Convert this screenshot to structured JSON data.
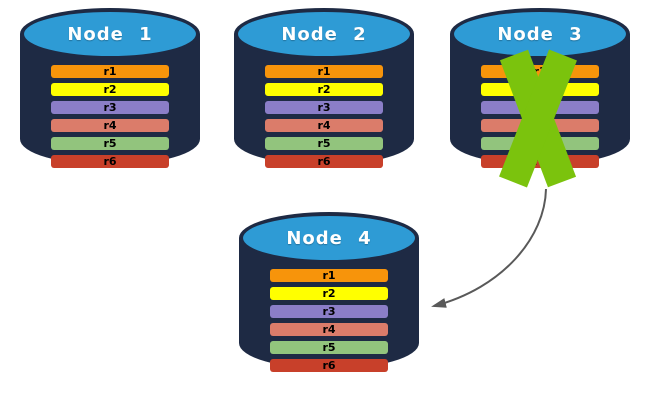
{
  "palette": {
    "background": "#FFFFFF",
    "cylinder_body": "#1E2A44",
    "cylinder_top": "#2E9BD5",
    "title_text": "#FFFFFF",
    "row_text": "#000000",
    "failure_x": "#7BC30D",
    "arrow": "#595959"
  },
  "nodes": [
    {
      "label": "Node 1",
      "status": "active"
    },
    {
      "label": "Node 2",
      "status": "active"
    },
    {
      "label": "Node 3",
      "status": "failed"
    },
    {
      "label": "Node 4",
      "status": "active"
    }
  ],
  "rows": [
    {
      "label": "r1",
      "color": "#F7940B"
    },
    {
      "label": "r2",
      "color": "#FFFF00"
    },
    {
      "label": "r3",
      "color": "#8B7EC8"
    },
    {
      "label": "r4",
      "color": "#DB7C6A"
    },
    {
      "label": "r5",
      "color": "#92C47D"
    },
    {
      "label": "r6",
      "color": "#C8402A"
    }
  ],
  "icons": {
    "failure_x_icon": "green x-mark over Node 3",
    "failover_arrow": "curved arrow from Node 3 to Node 4"
  }
}
